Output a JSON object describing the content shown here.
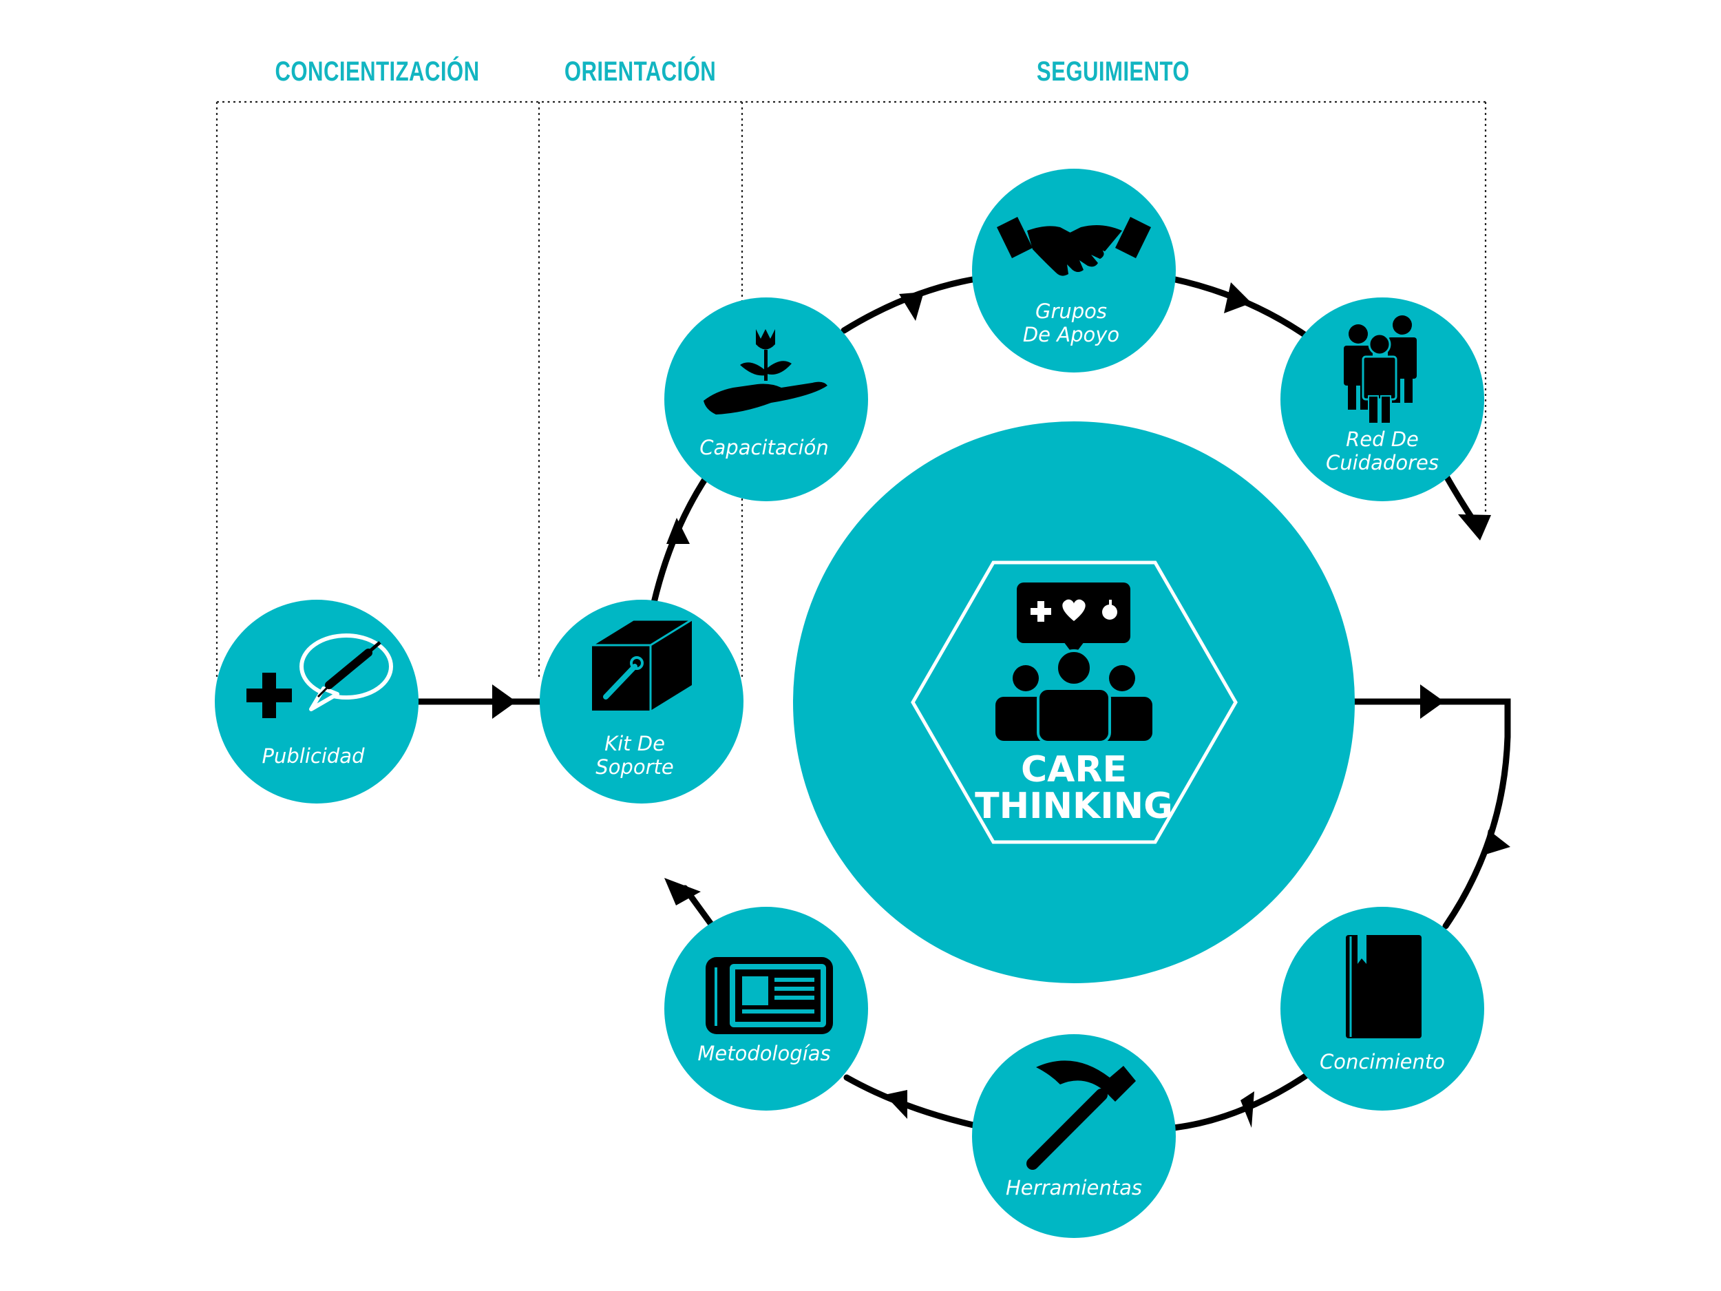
{
  "phases": {
    "concientizacion": "CONCIENTIZACIÓN",
    "orientacion": "ORIENTACIÓN",
    "seguimiento": "SEGUIMIENTO"
  },
  "center": {
    "line1": "CARE",
    "line2": "THINKING"
  },
  "nodes": {
    "publicidad": {
      "l1": "Publicidad",
      "icon": "syringe-speech-icon"
    },
    "kit": {
      "l1": "Kit De",
      "l2": "Soporte",
      "icon": "toolbox-wrench-icon"
    },
    "capacitacion": {
      "l1": "Capacitación",
      "icon": "hand-plant-icon"
    },
    "grupos": {
      "l1": "Grupos",
      "l2": "De Apoyo",
      "icon": "handshake-icon"
    },
    "red": {
      "l1": "Red De",
      "l2": "Cuidadores",
      "icon": "people-group-icon"
    },
    "concimiento": {
      "l1": "Concimiento",
      "icon": "book-icon"
    },
    "herramientas": {
      "l1": "Herramientas",
      "icon": "hammer-icon"
    },
    "metodologias": {
      "l1": "Metodologías",
      "icon": "newspaper-icon"
    }
  },
  "colors": {
    "accent": "#00b7c4",
    "label": "#12b5c1",
    "ink": "#000000",
    "white": "#ffffff"
  }
}
